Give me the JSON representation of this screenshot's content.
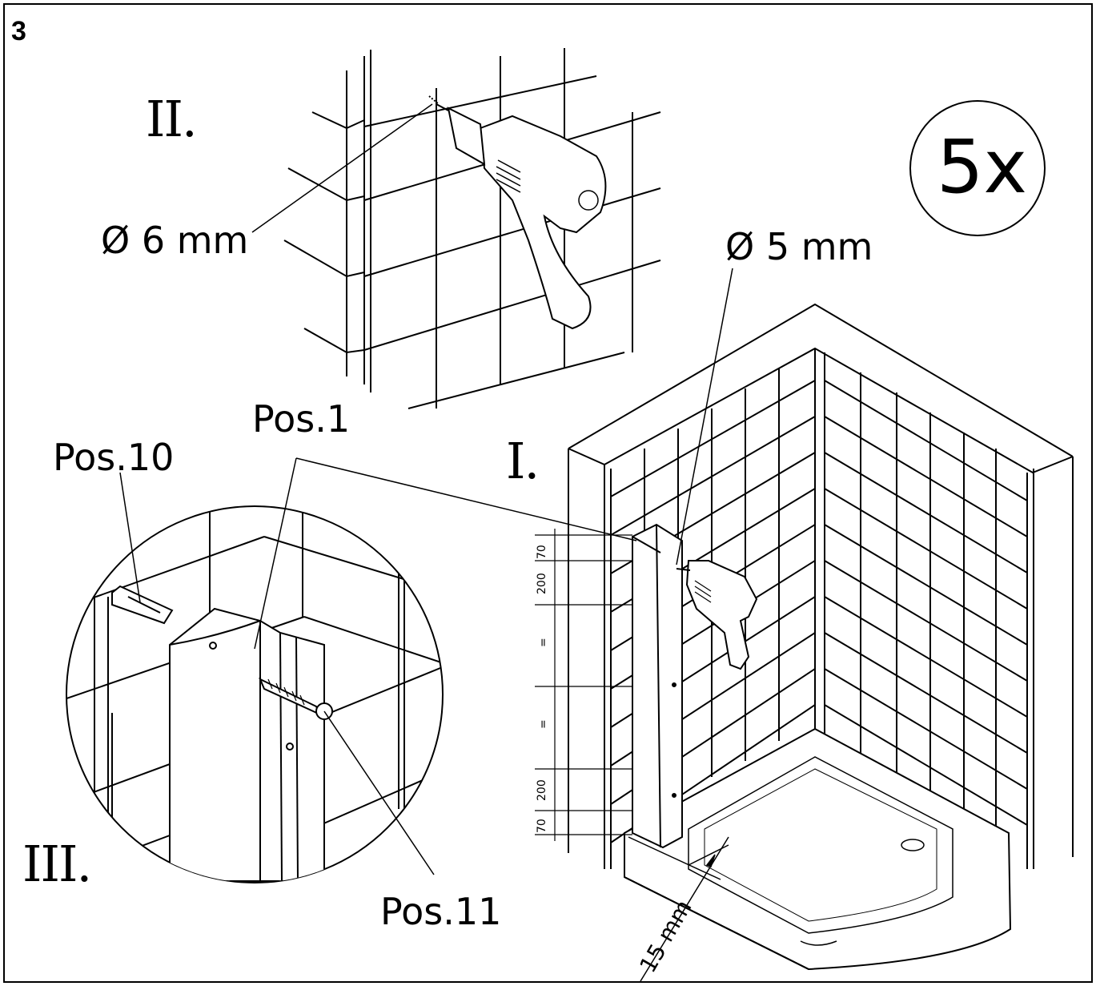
{
  "step_number": "3",
  "multiplier": "5x",
  "steps": {
    "I": "I.",
    "II": "II.",
    "III": "III."
  },
  "drill_sizes": {
    "wall": "Ø 6 mm",
    "profile": "Ø 5 mm"
  },
  "parts": {
    "pos1": "Pos.1",
    "pos10": "Pos.10",
    "pos11": "Pos.11"
  },
  "dimensions": {
    "top_offset": "70",
    "top_spacing": "200",
    "equal_1": "=",
    "equal_2": "=",
    "bottom_spacing": "200",
    "bottom_offset": "70",
    "wall_gap": "15 mm"
  }
}
